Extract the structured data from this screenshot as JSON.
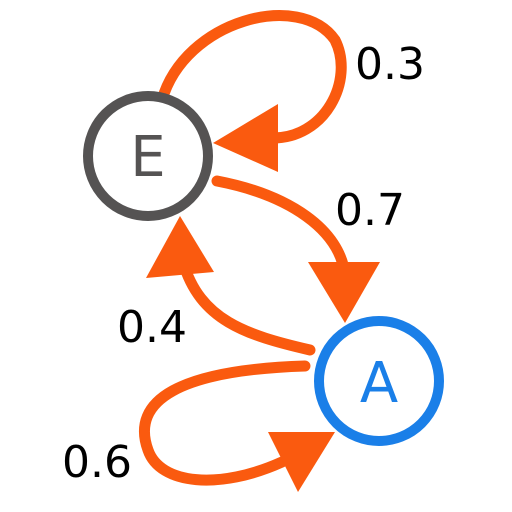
{
  "nodes": [
    {
      "id": "E",
      "label": "E",
      "color": "#555353"
    },
    {
      "id": "A",
      "label": "A",
      "color": "#1a7fe8"
    }
  ],
  "edges": [
    {
      "from": "E",
      "to": "E",
      "label": "0.3"
    },
    {
      "from": "E",
      "to": "A",
      "label": "0.7"
    },
    {
      "from": "A",
      "to": "E",
      "label": "0.4"
    },
    {
      "from": "A",
      "to": "A",
      "label": "0.6"
    }
  ],
  "colors": {
    "edge": "#fa5a0f",
    "background": "#ffffff"
  }
}
